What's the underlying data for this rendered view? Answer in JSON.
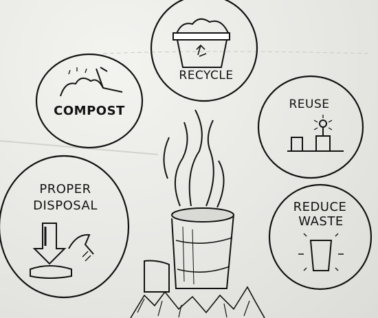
{
  "labels": {
    "recycle": "RECYCLE",
    "compost": "COMPOST",
    "reuse": "REUSE",
    "proper_disposal_line1": "PROPER",
    "proper_disposal_line2": "DISPOSAL",
    "reduce_waste_line1": "REDUCE",
    "reduce_waste_line2": "WASTE"
  },
  "icons": {
    "recycle": "recycle-bin-icon",
    "compost": "compost-pile-icon",
    "reuse": "plant-pots-icon",
    "proper_disposal": "disposal-arrow-icon",
    "reduce_waste": "glass-icon",
    "center": "burning-barrel-icon"
  }
}
